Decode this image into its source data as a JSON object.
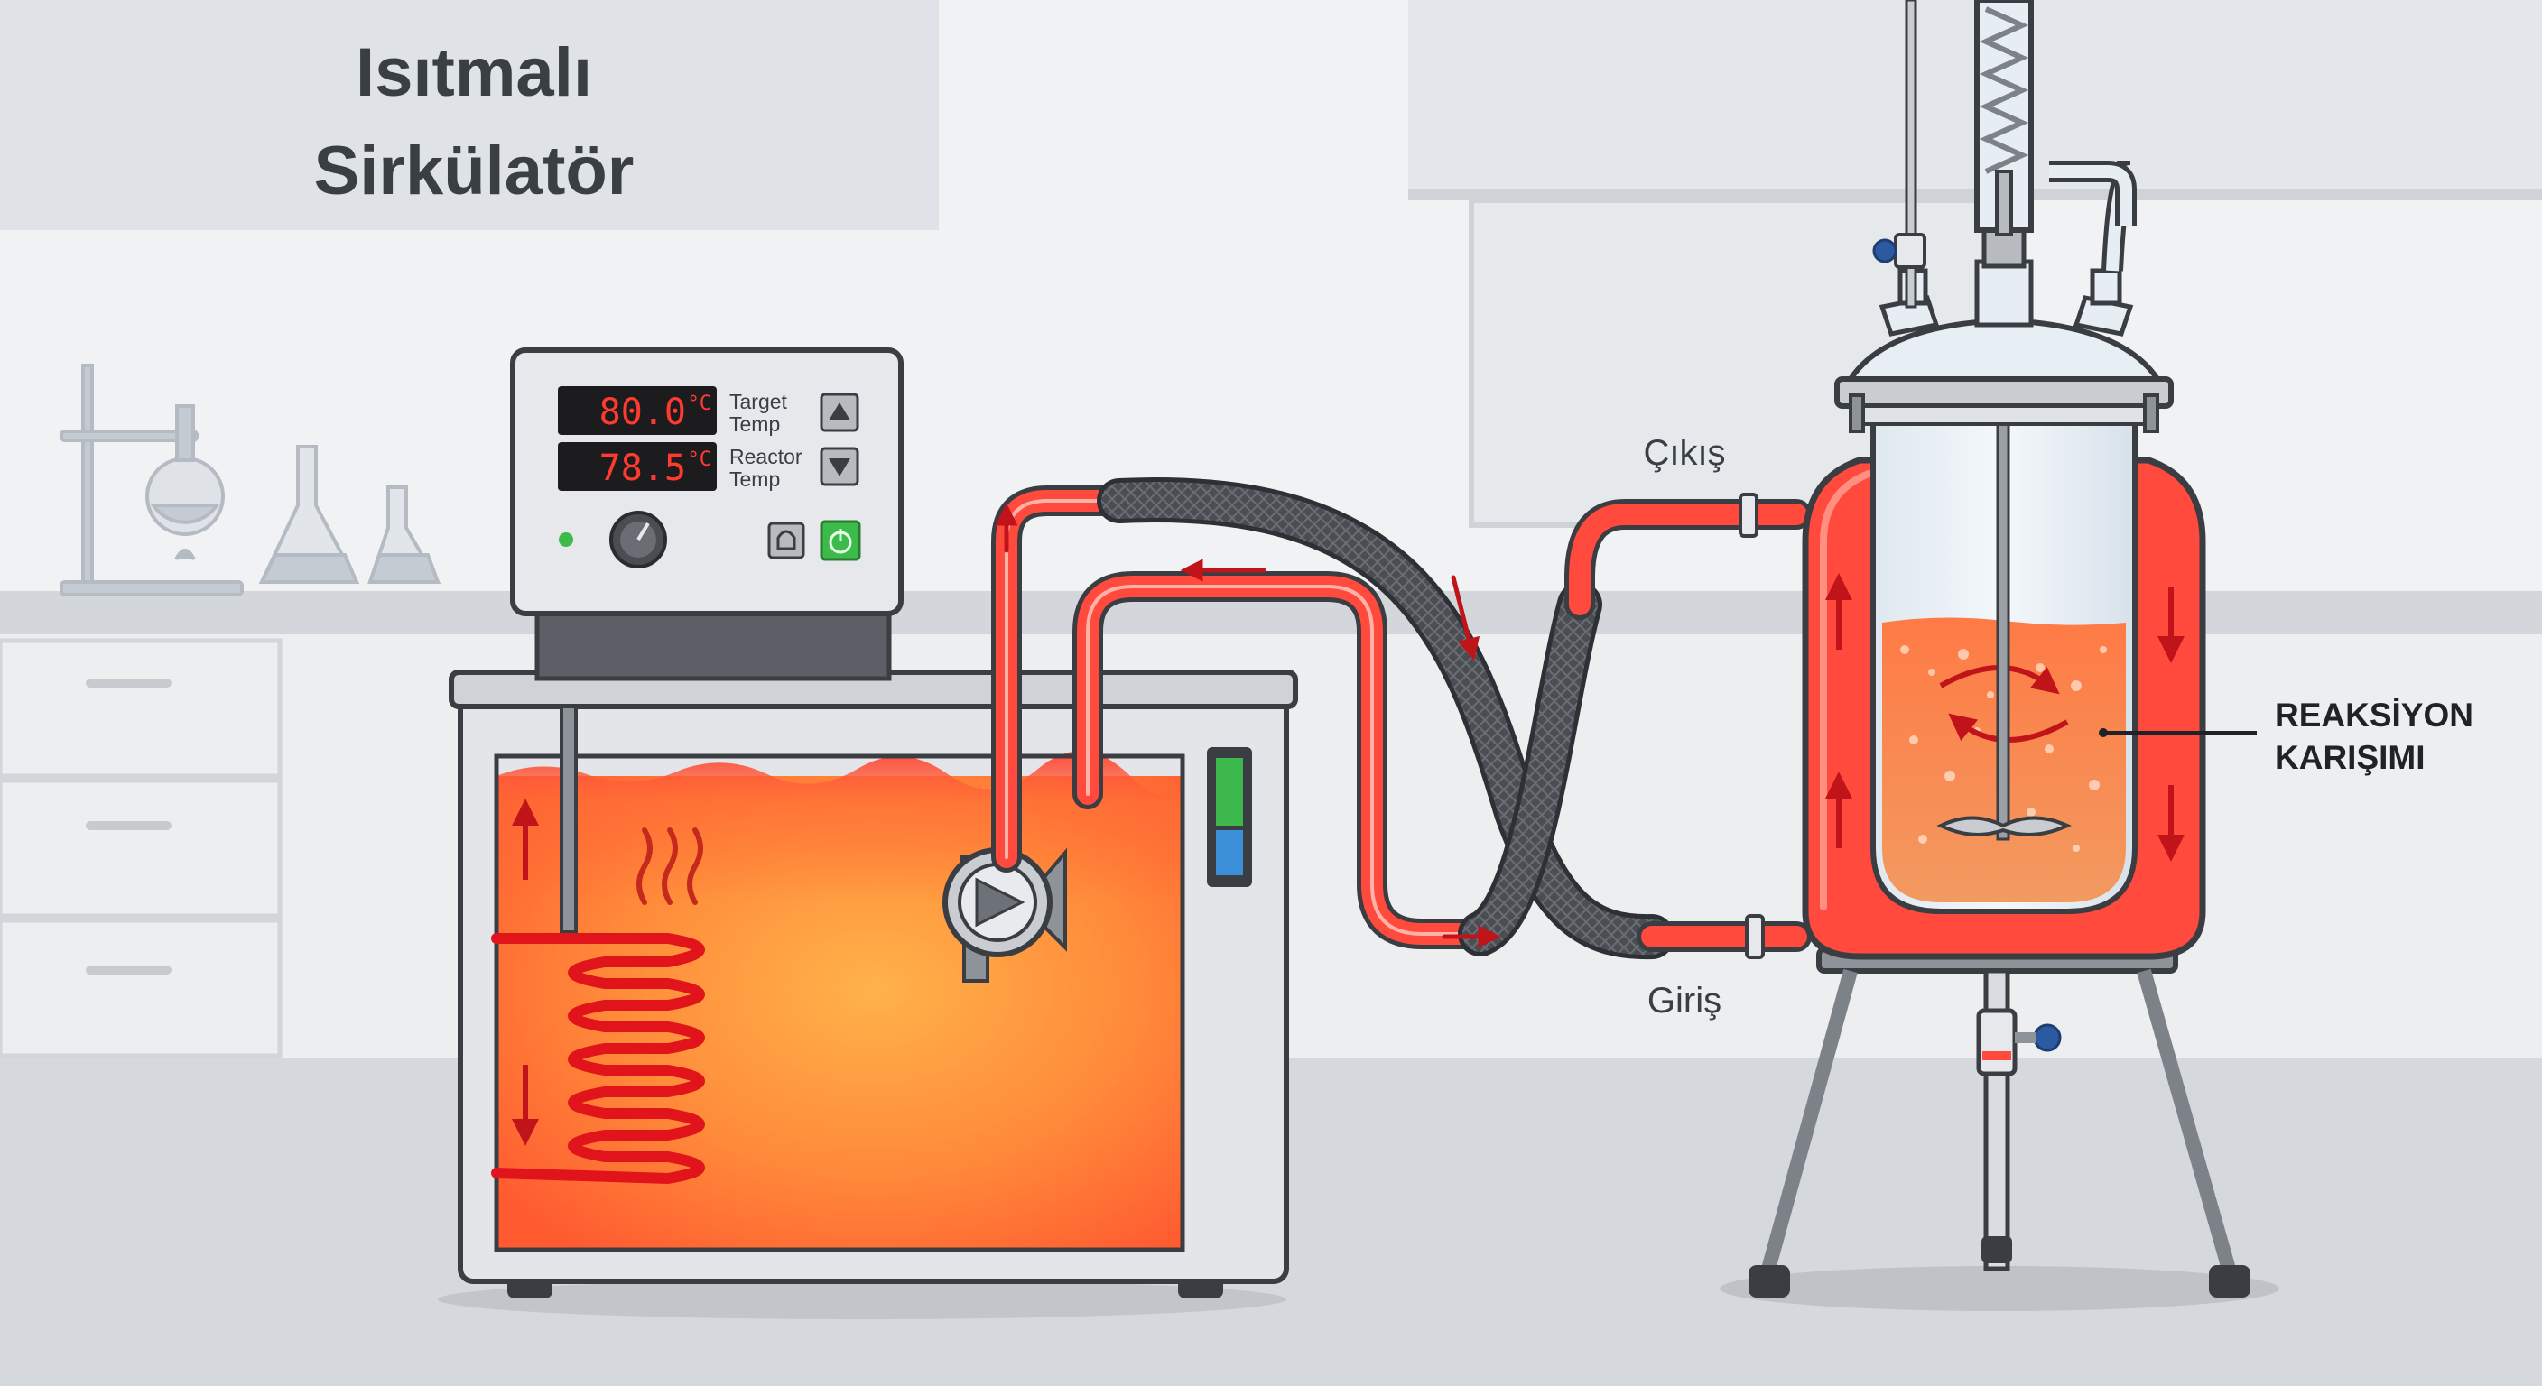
{
  "title": {
    "line1": "Isıtmalı",
    "line2": "Sirkülatör"
  },
  "controller": {
    "target_value": "80.0",
    "reactor_value": "78.5",
    "unit": "°C",
    "target_label_1": "Target",
    "target_label_2": "Temp",
    "reactor_label_1": "Reactor",
    "reactor_label_2": "Temp"
  },
  "labels": {
    "outlet": "Çıkış",
    "inlet": "Giriş",
    "mixture_1": "REAKSİYON",
    "mixture_2": "KARIŞIMI"
  },
  "icons": [
    "up-arrow-icon",
    "down-arrow-icon",
    "power-icon",
    "alarm-icon",
    "heat-wave-icon",
    "flow-arrow-icon"
  ],
  "colors": {
    "hot_fluid": "#ff4a3d",
    "bath_fluid": "#ff8a3a",
    "hose": "#4a4d52",
    "display_bg": "#1c1c1e",
    "display_text": "#ff3b30",
    "power_button": "#3dbb4a"
  }
}
